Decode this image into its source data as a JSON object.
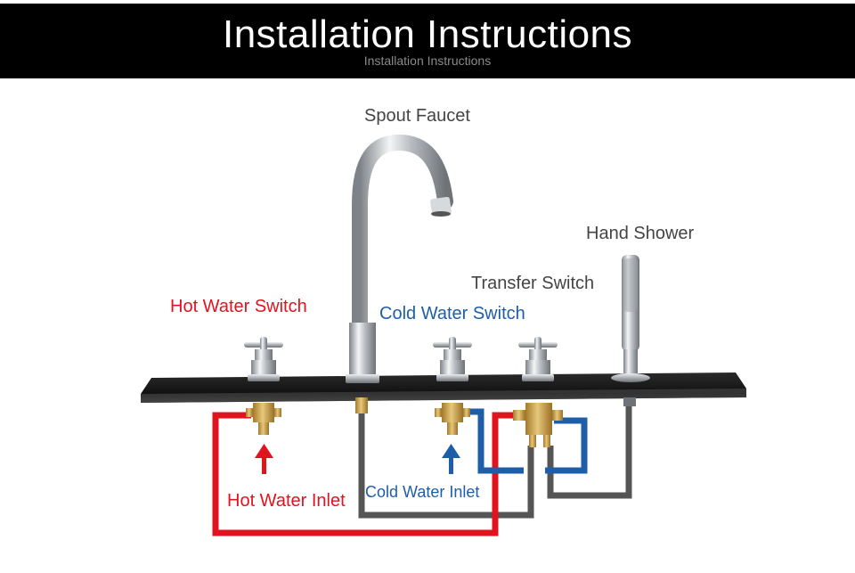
{
  "header": {
    "title": "Installation Instructions",
    "subtitle": "Installation Instructions"
  },
  "labels": {
    "spout_faucet": "Spout Faucet",
    "hand_shower": "Hand Shower",
    "transfer_switch": "Transfer Switch",
    "hot_water_switch": "Hot Water Switch",
    "cold_water_switch": "Cold Water Switch",
    "hot_water_inlet": "Hot Water Inlet",
    "cold_water_inlet": "Cold Water Inlet"
  },
  "colors": {
    "hot": "#e0141e",
    "cold": "#1e5ea8",
    "outlet_pipe": "#555555",
    "countertop": "#1c1c1c",
    "chrome": "#c9ccd0",
    "brass": "#c8a050"
  }
}
